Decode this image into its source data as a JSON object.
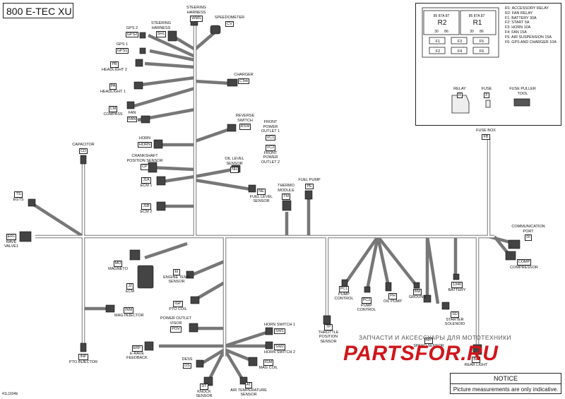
{
  "title": "800 E-TEC XU",
  "doc_number": "41L1604b",
  "relay_legend": [
    "R1: ACCESSORY RELAY",
    "R2: FAN RELAY",
    "F1: BATTERY 30A",
    "F2: START 5A",
    "F3: HORN 10A",
    "F4: FAN 15A",
    "F5: AIR SUSPENSION 15A",
    "F6: GPS AND CHARGER 10A"
  ],
  "relay_box": {
    "r2": {
      "name": "R2",
      "pins_top": [
        "85",
        "87A",
        "87"
      ],
      "pins_bottom": [
        "30",
        "86"
      ]
    },
    "r1": {
      "name": "R1",
      "pins_top": [
        "85",
        "87A",
        "87"
      ],
      "pins_bottom": [
        "30",
        "86"
      ]
    },
    "fuses": [
      "F1",
      "F3",
      "F5",
      "F2",
      "F4",
      "F6"
    ],
    "relay_label": "RELAY",
    "relay_code": "R",
    "fuse_label": "FUSE",
    "fuse_code": "F",
    "puller_label": "FUSE PULLER\nTOOL"
  },
  "components": {
    "steering_wms": {
      "name": "STEERING\nHARNESS",
      "code": "WMS"
    },
    "speedometer": {
      "name": "SPEEDOMETER",
      "code": "CV"
    },
    "steering_sh1": {
      "name": "STEERING\nHARNESS",
      "code": "SH1"
    },
    "gps2": {
      "name": "GPS 2",
      "code": "GPS2"
    },
    "gps1": {
      "name": "GPS 1",
      "code": "GPS1"
    },
    "headlight2": {
      "name": "HEADLIGHT 2",
      "code": "PB"
    },
    "headlight1": {
      "name": "HEADLIGHT 1",
      "code": "PA"
    },
    "compass": {
      "name": "COMPASS",
      "code": "CM"
    },
    "fan": {
      "name": "FAN",
      "code": "FAN"
    },
    "charger": {
      "name": "CHARGER",
      "code": "CTek"
    },
    "reverse": {
      "name": "REVERSE\nSWITCH",
      "code": "RSW"
    },
    "front_outlet1": {
      "name": "FRONT\nPOWER\nOUTLET 1",
      "code": "VC1"
    },
    "front_outlet2": {
      "name": "FRONT\nPOWER\nOUTLET 2",
      "code": "VC2"
    },
    "horn": {
      "name": "HORN",
      "code": "HORN"
    },
    "crank": {
      "name": "CRANKSHAFT\nPOSITION SENSOR",
      "code": "CP"
    },
    "oil_level": {
      "name": "OIL LEVEL\nSENSOR",
      "code": "NH"
    },
    "ecm1": {
      "name": "ECM 1",
      "code": "J1A"
    },
    "fuel_level": {
      "name": "FUEL LEVEL\nSENSOR",
      "code": "NE"
    },
    "thermo": {
      "name": "THERMO\nMODULE",
      "code": "TM"
    },
    "fuel_pump": {
      "name": "FUEL PUMP",
      "code": "PE"
    },
    "ecm2": {
      "name": "ECM 2",
      "code": "J1B"
    },
    "capacitor": {
      "name": "CAPACITOR",
      "code": "CD"
    },
    "egts": {
      "name": "EGTS",
      "code": "TS"
    },
    "rave1": {
      "name": "RAVE\nVALVE1",
      "code": "ER1"
    },
    "fuse_box": {
      "name": "FUSE BOX",
      "code": "FB"
    },
    "comm_port": {
      "name": "COMMUNICATION\nPORT",
      "code": "DI"
    },
    "compressor": {
      "name": "COMPRESSOR",
      "code": "COMP"
    },
    "magneto": {
      "name": "MAGNETO",
      "code": "MO"
    },
    "ecm": {
      "name": "ECM",
      "code": "J2"
    },
    "engine_temp": {
      "name": "ENGINE TEMP\nSENSOR",
      "code": "EI"
    },
    "pto_coil": {
      "name": "PTO COIL",
      "code": "IGP"
    },
    "mag_injector": {
      "name": "MAG INJECTOR",
      "code": "INM"
    },
    "outlet_visor": {
      "name": "POWER OUTLET\nVISOR",
      "code": "POV"
    },
    "pto_injector": {
      "name": "PTO INJECTOR",
      "code": "INP"
    },
    "erave": {
      "name": "E-RAVE\nFEEDBACK",
      "code": "ERF"
    },
    "horn_sw1": {
      "name": "HORN SWITCH 1",
      "code": "SW1"
    },
    "horn_sw2": {
      "name": "HORN SWITCH 2",
      "code": "SW2"
    },
    "mag_coil": {
      "name": "MAG COIL",
      "code": "IGM"
    },
    "dess": {
      "name": "DESS",
      "code": "DS"
    },
    "knock": {
      "name": "KNOCK\nSENSOR",
      "code": "DT"
    },
    "air_temp": {
      "name": "AIR TEMPERATURE\nSENSOR",
      "code": "AT"
    },
    "pump_control": {
      "name": "PUMP\nCONTROL",
      "code": "PC1"
    },
    "pump_control2": {
      "name": "PUMP\nCONTROL",
      "code": "PC2"
    },
    "oil_pump": {
      "name": "OIL PUMP",
      "code": "PH"
    },
    "ground": {
      "name": "GROUND",
      "code": "BM"
    },
    "battery": {
      "name": "BATTERY",
      "code": "1340"
    },
    "throttle": {
      "name": "THROTTLE\nPOSITION\nSENSOR",
      "code": "TP"
    },
    "speed": {
      "name": "SPEED SENSOR",
      "code": "NY"
    },
    "starter": {
      "name": "STARTER\nSOLENOID",
      "code": "SD"
    },
    "rear_light": {
      "name": "REAR LIGHT",
      "code": "BA"
    }
  },
  "watermark_ru": "ЗАПЧАСТИ И АКСЕССУАРЫ ДЛЯ МОТОТЕХНИКИ",
  "watermark": "PARTSFOR.RU",
  "notice": {
    "title": "NOTICE",
    "text": "Picture measurements are only indicative."
  }
}
